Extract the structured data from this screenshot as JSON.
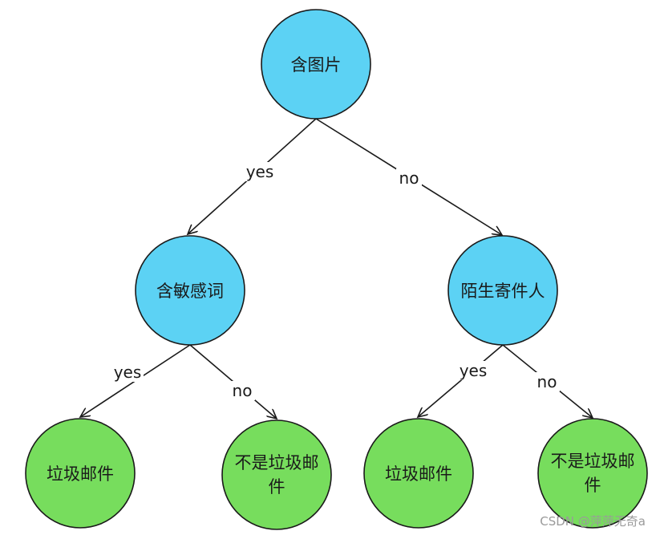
{
  "colors": {
    "decision_fill": "#5cd2f4",
    "leaf_fill": "#77dd5d",
    "stroke": "#1a1a1a",
    "background": "#ffffff",
    "watermark": "#9a9a9a"
  },
  "nodes": {
    "root": {
      "label": "含图片",
      "type": "decision"
    },
    "left": {
      "label": "含敏感词",
      "type": "decision"
    },
    "right": {
      "label": "陌生寄件人",
      "type": "decision"
    },
    "ll": {
      "label": "垃圾邮件",
      "type": "leaf"
    },
    "lr": {
      "label_line1": "不是垃圾邮",
      "label_line2": "件",
      "type": "leaf"
    },
    "rl": {
      "label": "垃圾邮件",
      "type": "leaf"
    },
    "rr": {
      "label_line1": "不是垃圾邮",
      "label_line2": "件",
      "type": "leaf"
    }
  },
  "edges": {
    "root_left": "yes",
    "root_right": "no",
    "left_ll": "yes",
    "left_lr": "no",
    "right_rl": "yes",
    "right_rr": "no"
  },
  "watermark": "CSDN @萍萍无奇a"
}
